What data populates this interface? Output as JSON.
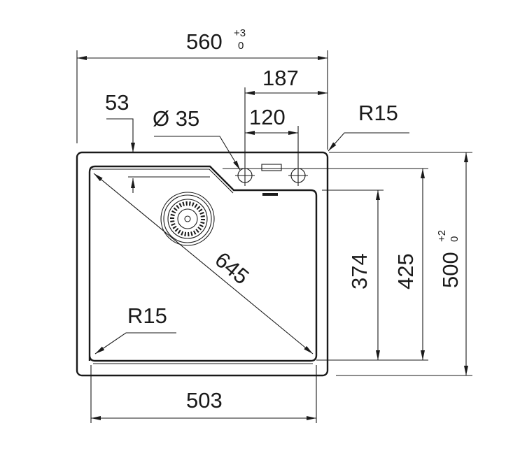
{
  "title": "Sink dimension drawing",
  "dimensions": {
    "overall_width": {
      "value": "560",
      "tol_upper": "+3",
      "tol_lower": "0"
    },
    "tap_offset": "187",
    "tap_spacing": "120",
    "bowl_edge": "53",
    "hole_diameter": "Ø 35",
    "corner_radius_outer": "R15",
    "diagonal": "645",
    "corner_radius_bowl": "R15",
    "bowl_width": "503",
    "bowl_depth_short": "374",
    "bowl_depth": "425",
    "overall_depth": {
      "value": "500",
      "tol_upper": "+2",
      "tol_lower": "0"
    }
  }
}
